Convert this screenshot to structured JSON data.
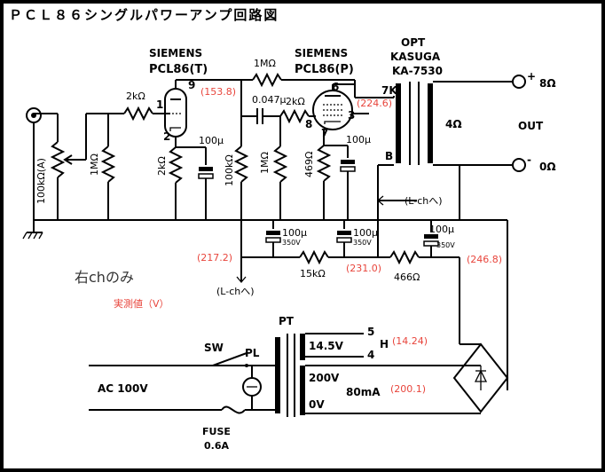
{
  "title": "ＰＣＬ８６シングルパワーアンプ回路図",
  "tubes": {
    "left_maker": "SIEMENS",
    "left_name": "PCL86(T)",
    "right_maker": "SIEMENS",
    "right_name": "PCL86(P)"
  },
  "opt": {
    "l1": "OPT",
    "l2": "KASUGA",
    "l3": "KA-7530",
    "prim": "7K",
    "sec": "4Ω",
    "b": "B"
  },
  "out": {
    "plus": "+",
    "minus": "-",
    "ohm8": "8Ω",
    "ohm0": "0Ω",
    "label": "OUT"
  },
  "components": {
    "r2k_in": "2kΩ",
    "r1m_top": "1MΩ",
    "c047": "0.047μ",
    "r2k_g": "2kΩ",
    "vol": "100kΩ(A)",
    "r1m_grid": "1MΩ",
    "r2k_k": "2kΩ",
    "c100_k1": "100μ",
    "r100k": "100kΩ",
    "r1m_g2": "1MΩ",
    "r469": "469Ω",
    "c100_k2": "100μ",
    "c1_val": "100μ",
    "c1_v": "350V",
    "c2_val": "100μ",
    "c2_v": "350V",
    "c3_val": "100μ",
    "c3_v": "350V",
    "r15k": "15kΩ",
    "r466": "466Ω",
    "pin9": "9",
    "pin1": "1",
    "pin2": "2",
    "pin6": "6",
    "pin8": "8",
    "pin3": "3",
    "pin7": "7"
  },
  "voltages": {
    "v153": "(153.8)",
    "v224": "(224.6)",
    "v217": "(217.2)",
    "v231": "(231.0)",
    "v246": "(246.8)",
    "v1424": "(14.24)",
    "v200": "(200.1)"
  },
  "notes": {
    "lch1": "(L-chへ)",
    "lch2": "(L-chへ)",
    "channel": "右chのみ",
    "measured": "実測値（V）"
  },
  "power": {
    "pt": "PT",
    "sw": "SW",
    "pl": "PL",
    "ac": "AC 100V",
    "fuse": "FUSE",
    "fuse_val": "0.6A",
    "h_v": "14.5V",
    "h_5": "5",
    "h_4": "4",
    "h": "H",
    "hv_v": "200V",
    "hv_0": "0V",
    "hv_ma": "80mA"
  }
}
